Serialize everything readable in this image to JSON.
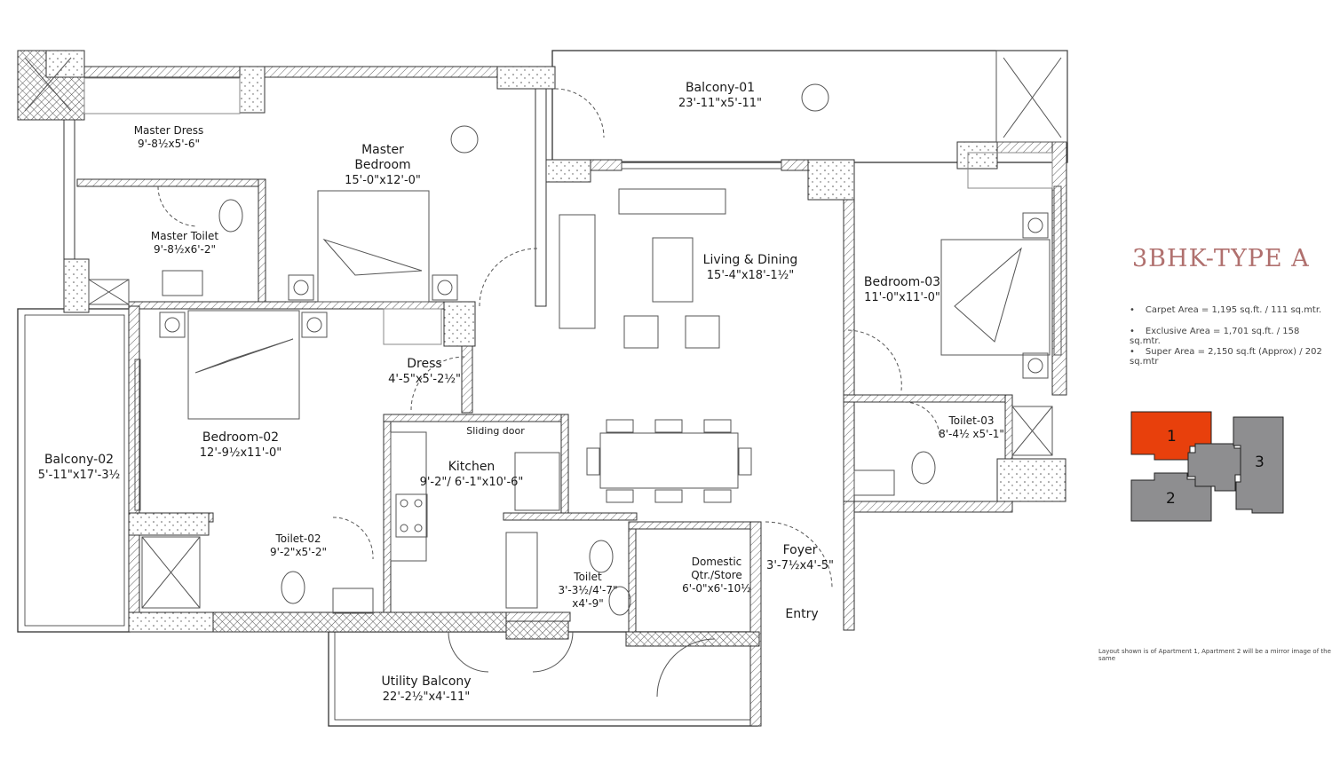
{
  "title": "3BHK-TYPE A",
  "areas": [
    "Carpet Area = 1,195 sq.ft. / 111 sq.mtr.",
    "Exclusive Area = 1,701 sq.ft. / 158 sq.mtr.",
    "Super Area = 2,150 sq.ft (Approx) / 202 sq.mtr"
  ],
  "note": "Layout shown is of Apartment 1, Apartment 2 will be a mirror image of the same",
  "key_plan": {
    "units": [
      "1",
      "2",
      "3"
    ],
    "highlight_color": "#e8400c",
    "other_color": "#8e8e90"
  },
  "rooms": {
    "balcony01": {
      "name": "Balcony-01",
      "dim": "23'-11\"x5'-11\""
    },
    "master_dress": {
      "name": "Master Dress",
      "dim": "9'-8½x5'-6\""
    },
    "master_bedroom": {
      "name": "Master\nBedroom",
      "name1": "Master",
      "name2": "Bedroom",
      "dim": "15'-0\"x12'-0\""
    },
    "master_toilet": {
      "name": "Master Toilet",
      "dim": "9'-8½x6'-2\""
    },
    "living": {
      "name": "Living & Dining",
      "dim": "15'-4\"x18'-1½\""
    },
    "bedroom03": {
      "name": "Bedroom-03",
      "dim": "11'-0\"x11'-0\""
    },
    "dress": {
      "name": "Dress",
      "dim": "4'-5\"x5'-2½\""
    },
    "bedroom02": {
      "name": "Bedroom-02",
      "dim": "12'-9½x11'-0\""
    },
    "balcony02": {
      "name": "Balcony-02",
      "dim": "5'-11\"x17'-3½"
    },
    "sliding_door": "Sliding door",
    "kitchen": {
      "name": "Kitchen",
      "dim": "9'-2\"/ 6'-1\"x10'-6\""
    },
    "toilet03": {
      "name": "Toilet-03",
      "dim": "8'-4½ x5'-1\""
    },
    "toilet02": {
      "name": "Toilet-02",
      "dim": "9'-2\"x5'-2\""
    },
    "toilet": {
      "name": "Toilet",
      "dim": "3'-3½/4'-7\"",
      "dim2": "x4'-9\""
    },
    "domestic": {
      "name1": "Domestic",
      "name2": "Qtr./Store",
      "dim": "6'-0\"x6'-10½"
    },
    "foyer": {
      "name": "Foyer",
      "dim": "3'-7½x4'-5\""
    },
    "entry": "Entry",
    "utility": {
      "name": "Utility Balcony",
      "dim": "22'-2½\"x4'-11\""
    }
  }
}
